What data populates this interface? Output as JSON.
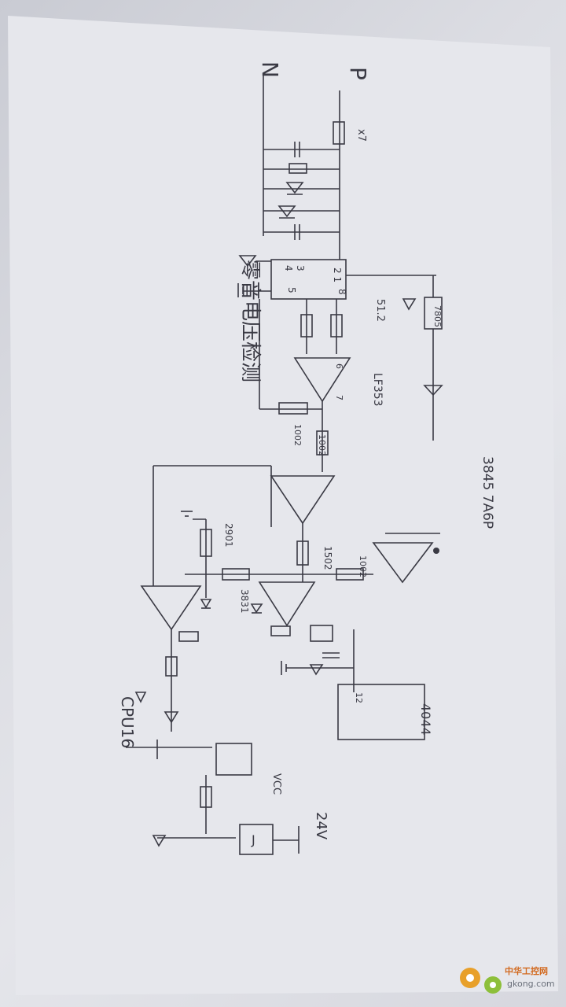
{
  "labels": {
    "N": "N",
    "P": "P",
    "x7": "x7",
    "r_51k2": "51.2",
    "r_7805": "7805",
    "lf353": "LF353",
    "r_1002a": "1002",
    "r_1002b": "1002",
    "r_1002c": "1002",
    "r_1502": "1502",
    "r_2901": "2901",
    "r_3831": "3831",
    "part_3845": "3845 7A6P",
    "chip_4044": "4044",
    "chip_pin12": "12",
    "vcc": "VCC",
    "v24": "24V",
    "relay": "J",
    "cpu": "CPU16",
    "title_cn": "零音电压检测",
    "pin_2_1": "2 1",
    "pin_3": "3",
    "pin_4": "4",
    "pin_5": "5",
    "pin_8": "8",
    "pin_6": "6",
    "pin_7": "7"
  },
  "watermark": {
    "title": "中华工控网",
    "url": "gkong.com"
  }
}
